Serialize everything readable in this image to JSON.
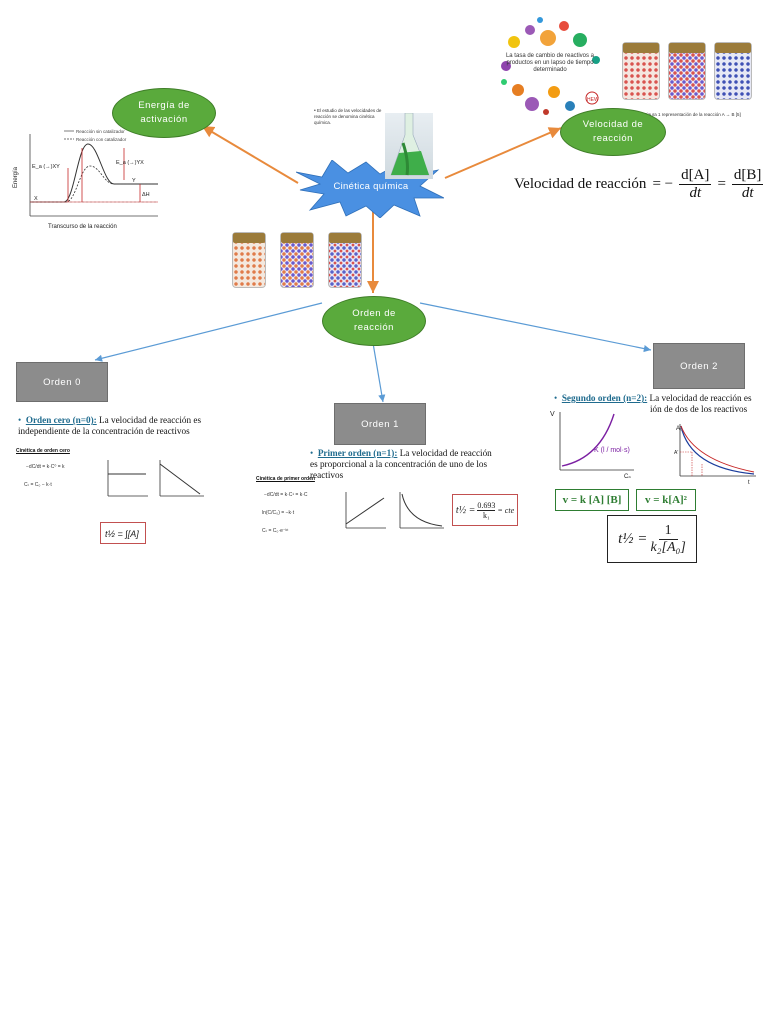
{
  "nodes": {
    "center": "Cinética química",
    "energia": "Energía de\nactivación",
    "velocidad": "Velocidad de\nreacción",
    "orden_reaccion": "Orden de\nreacción",
    "orden0": "Orden 0",
    "orden1": "Orden 1",
    "orden2": "Orden 2"
  },
  "center_note": "El estudio de las velocidades de reacción se denomina cinética química.",
  "velocidad_note": "La tasa de cambio de reactivos a productos en un lapso de tiempo determinado",
  "velocidad_caption": "Figura 1 representación de la reacción A → B [5]",
  "velocidad_formula": {
    "lhs": "Velocidad de reacción",
    "eq1": "= −",
    "num1": "d[A]",
    "den1": "dt",
    "eq2": "=",
    "num2": "d[B]",
    "den2": "dt"
  },
  "energy_chart": {
    "ylabel": "Energía",
    "xlabel": "Transcurso de la reacción",
    "legend": [
      "Reacción sin catalizador",
      "Reacción con catalizador"
    ],
    "labels": [
      "E_a (→)XY",
      "E_a (→)YX",
      "Y",
      "X",
      "ΔH"
    ]
  },
  "orden0": {
    "heading": "Orden cero (n=0):",
    "text": " La velocidad de reacción es independiente de la concentración de reactivos",
    "panel_title": "Cinética de orden cero"
  },
  "orden1": {
    "heading": "Primer orden (n=1):",
    "text": " La velocidad de reacción es proporcional a la concentración de uno de los reactivos",
    "panel_title": "Cinética de primer orden",
    "half_life": "0.693",
    "half_life_den": "k₁",
    "half_life_rhs": "= cte"
  },
  "orden2": {
    "heading": "Segundo orden (n=2):",
    "text": " La velocidad de reacción es",
    "text2": "ión de dos de los reactivos",
    "graph_label": "K (l / mol·s)",
    "rate1": "v = k [A] [B]",
    "rate2": "v = k[A]²",
    "half_life_num": "1",
    "half_life_den": "k₂[A₀]"
  },
  "colors": {
    "ellipse": "#5aaa3c",
    "grey_box": "#8c8c8c",
    "star": "#4a90e2",
    "arrow_orange": "#e88a3c",
    "arrow_blue": "#5b9bd5",
    "heading_blue": "#1f6b8e"
  }
}
